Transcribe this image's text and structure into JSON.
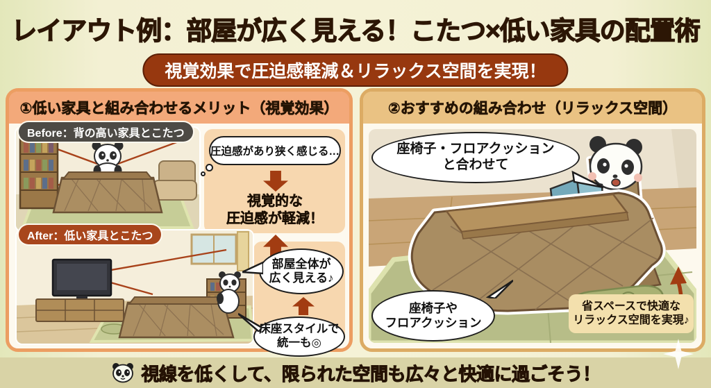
{
  "title": "レイアウト例：部屋が広く見える！こたつ×低い家具の配置術",
  "subtitle": "視覚効果で圧迫感軽減＆リラックス空間を実現！",
  "left_panel": {
    "header": "①低い家具と組み合わせるメリット（視覚効果）",
    "before_label": "Before：背の高い家具とこたつ",
    "after_label": "After：低い家具とこたつ",
    "thought_bubble": "圧迫感があり狭く感じる…",
    "effect_line1": "視覚的な",
    "effect_line2": "圧迫感が軽減！",
    "bubble_wide_line1": "部屋全体が",
    "bubble_wide_line2": "広く見える♪",
    "bubble_floor_line1": "床座スタイルで",
    "bubble_floor_line2": "統一も◎"
  },
  "right_panel": {
    "header": "②おすすめの組み合わせ（リラックス空間）",
    "bubble_top_line1": "座椅子・フロアクッション",
    "bubble_top_line2": "と合わせて",
    "bubble_bottom_line1": "座椅子や",
    "bubble_bottom_line2": "フロアクッション",
    "note_line1": "省スペースで快適な",
    "note_line2": "リラックス空間を実現♪"
  },
  "footer": {
    "text": "視線を低くして、限られた空間も広々と快適に過ごそう！"
  },
  "icons": {
    "footer_panda": "panda-face-icon",
    "sparkle": "sparkle-icon",
    "arrows": "block-arrow-icon"
  },
  "colors": {
    "accent_arrow_red": "#a23c12",
    "subtitle_bg": "#97380f",
    "before_pill_bg": "#4d4a45",
    "after_pill_bg": "#a8461c",
    "left_header_bg": "#f3a97a",
    "right_header_bg": "#eac283",
    "left_border": "#ec9e62",
    "right_border": "#dcab64",
    "peach_box_bg": "#f7d7af",
    "note_bg": "#f3e0ad",
    "footer_bg": "#d9d3a6",
    "page_bg": "#f3f0d3"
  }
}
